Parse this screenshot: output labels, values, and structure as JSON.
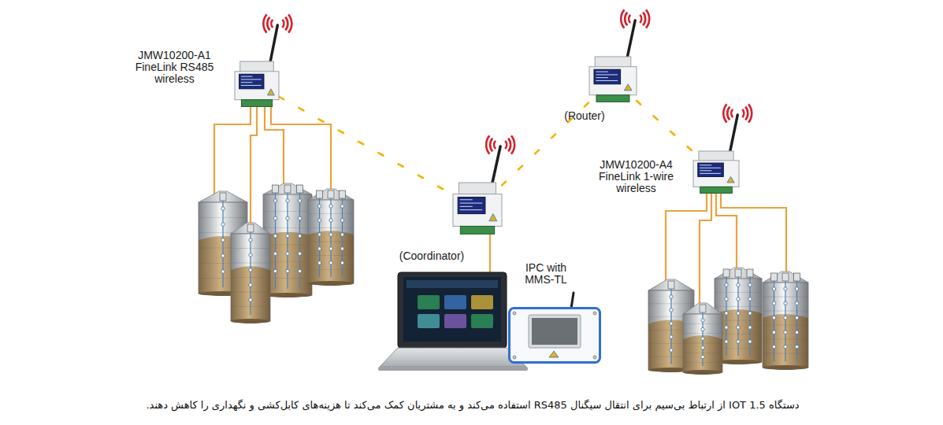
{
  "diagram": {
    "caption": "دستگاه IOT 1.5 از ارتباط بی‌سیم برای انتقال سیگنال RS485 استفاده می‌کند و به مشتریان کمک می‌کند تا هزینه‌های کابل‌کشی و نگهداری را کاهش دهند.",
    "nodes": [
      {
        "text": [
          "JMW10200-A1 FineLink RS485 wireless"
        ]
      },
      {
        "text": [
          "(Router)"
        ]
      },
      {
        "text": [
          "(Coordinator)"
        ]
      },
      {
        "text": [
          "JMW10200-A4 FineLink 1-wire wireless"
        ]
      },
      {
        "text": [
          "IPC with MMS-TL"
        ]
      }
    ],
    "edges": [
      {
        "from": 0,
        "to": 2,
        "arrow": "none"
      },
      {
        "from": 2,
        "to": 1,
        "arrow": "none"
      },
      {
        "from": 1,
        "to": 3,
        "arrow": "none"
      }
    ]
  }
}
